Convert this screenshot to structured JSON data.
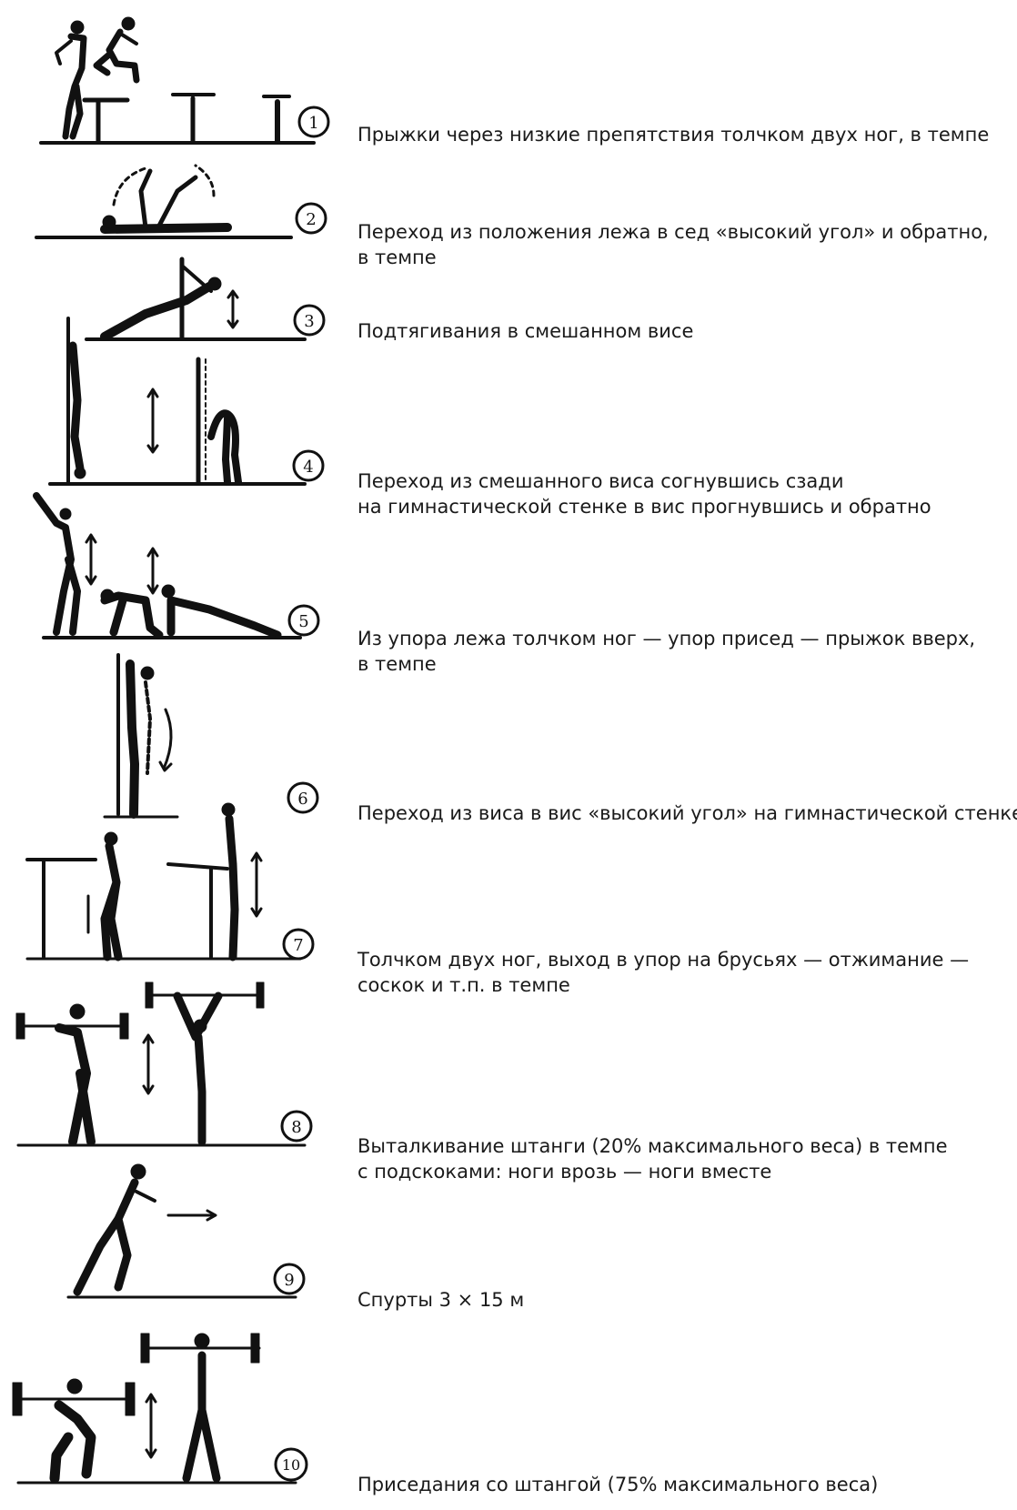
{
  "exercises": [
    {
      "num": "1",
      "lines": [
        "Прыжки через низкие препятствия толчком двух ног, в темпе"
      ]
    },
    {
      "num": "2",
      "lines": [
        "Переход из положения лежа в сед «высокий угол» и обратно,",
        "в темпе"
      ]
    },
    {
      "num": "3",
      "lines": [
        "Подтягивания в смешанном висе"
      ]
    },
    {
      "num": "4",
      "lines": [
        "Переход из смешанного виса согнувшись сзади",
        "на гимнастической стенке в вис прогнувшись и обратно"
      ]
    },
    {
      "num": "5",
      "lines": [
        "Из упора лежа толчком ног — упор присед — прыжок вверх,",
        "в темпе"
      ]
    },
    {
      "num": "6",
      "lines": [
        "Переход из виса в вис «высокий угол» на гимнастической стенке"
      ]
    },
    {
      "num": "7",
      "lines": [
        "Толчком двух ног, выход в упор на брусьях — отжимание —",
        "соскок и т.п. в темпе"
      ]
    },
    {
      "num": "8",
      "lines": [
        "Выталкивание штанги (20% максимального веса) в темпе",
        "с подскоками: ноги врозь — ноги вместе"
      ]
    },
    {
      "num": "9",
      "lines": [
        "Спурты 3 × 15 м"
      ]
    },
    {
      "num": "10",
      "lines": [
        "Приседания со штангой (75% максимального веса)"
      ]
    }
  ]
}
